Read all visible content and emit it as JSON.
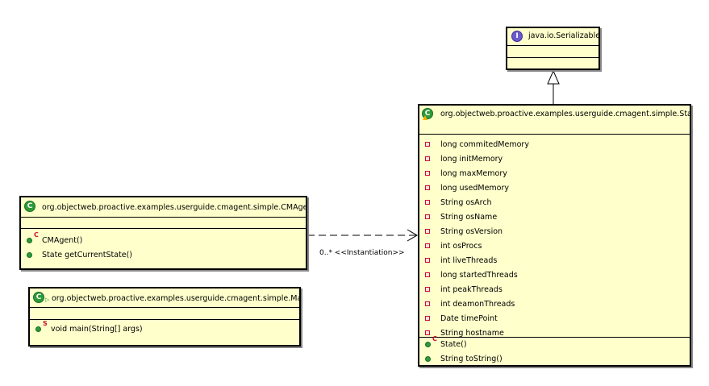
{
  "serializable": {
    "name": "java.io.Serializable",
    "icon": "interface-icon"
  },
  "state": {
    "name": "org.objectweb.proactive.examples.userguide.cmagent.simple.State",
    "icon": "class-icon",
    "fields": [
      "long commitedMemory",
      "long initMemory",
      "long maxMemory",
      "long usedMemory",
      "String osArch",
      "String osName",
      "String osVersion",
      "int osProcs",
      "int liveThreads",
      "long startedThreads",
      "int peakThreads",
      "int deamonThreads",
      "Date timePoint",
      "String hostname"
    ],
    "methods": [
      {
        "label": "State()",
        "modifier": "C"
      },
      {
        "label": "String toString()",
        "modifier": ""
      }
    ]
  },
  "cmagent": {
    "name": "org.objectweb.proactive.examples.userguide.cmagent.simple.CMAgent",
    "icon": "class-icon",
    "methods": [
      {
        "label": "CMAgent()",
        "modifier": "C"
      },
      {
        "label": "State getCurrentState()",
        "modifier": ""
      }
    ]
  },
  "main": {
    "name": "org.objectweb.proactive.examples.userguide.cmagent.simple.Main",
    "icon": "class-icon",
    "methods": [
      {
        "label": "void main(String[] args)",
        "modifier": "S"
      }
    ]
  },
  "instantiation": {
    "label": "0..* <<Instantiation>>"
  },
  "colors": {
    "box_fill": "#ffffcc",
    "field_icon": "#c8102e",
    "method_icon": "#2e9a3a"
  }
}
